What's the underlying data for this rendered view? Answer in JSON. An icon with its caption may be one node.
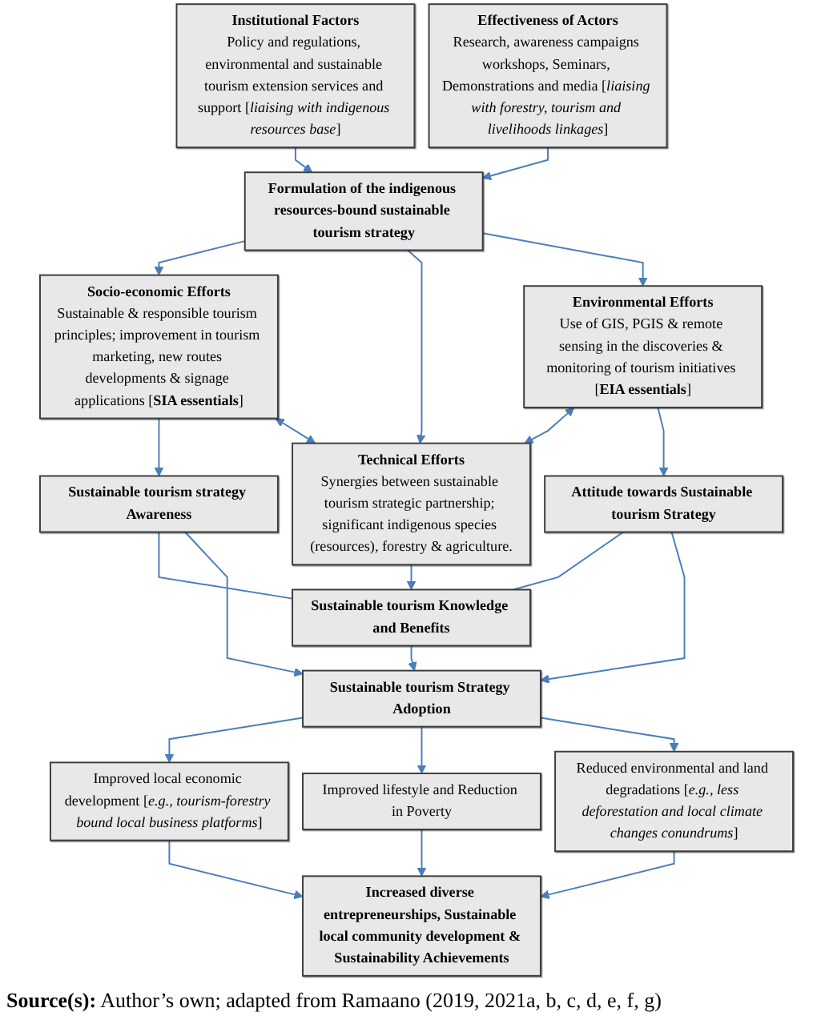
{
  "diagram": {
    "nodes": [
      {
        "text": [
          "Institutional Factors",
          "Policy and regulations, environmental and sustainable tourism extension services and support [*liaising with indigenous resources base*]"
        ]
      },
      {
        "text": [
          "Effectiveness of Actors",
          "Research, awareness campaigns workshops, Seminars, Demonstrations and media [*liaising with forestry, tourism and livelihoods linkages*]"
        ]
      },
      {
        "text": [
          "Formulation of the indigenous resources-bound sustainable tourism strategy"
        ]
      },
      {
        "text": [
          "Socio-economic Efforts",
          "Sustainable & responsible tourism principles; improvement in tourism marketing, new routes developments & signage applications [**SIA essentials**]"
        ]
      },
      {
        "text": [
          "Technical Efforts",
          "Synergies between sustainable tourism strategic partnership; significant indigenous species (resources), forestry & agriculture."
        ]
      },
      {
        "text": [
          "Environmental Efforts",
          "Use of GIS, PGIS & remote sensing in the discoveries & monitoring of tourism initiatives [**EIA essentials**]"
        ]
      },
      {
        "text": [
          "Sustainable tourism strategy Awareness"
        ]
      },
      {
        "text": [
          "Sustainable tourism Knowledge and Benefits"
        ]
      },
      {
        "text": [
          "Attitude towards Sustainable tourism Strategy"
        ]
      },
      {
        "text": [
          "Sustainable tourism Strategy Adoption"
        ]
      },
      {
        "text": [
          "Improved local economic development [*e.g., tourism-forestry bound local business platforms*]"
        ]
      },
      {
        "text": [
          "Improved lifestyle and Reduction in Poverty"
        ]
      },
      {
        "text": [
          "Reduced environmental and land degradations [*e.g., less deforestation and local climate changes conundrums*]"
        ]
      },
      {
        "text": [
          "Increased diverse entrepreneurships, Sustainable local community development & Sustainability Achievements"
        ]
      }
    ],
    "edges": [
      {
        "from": 0,
        "to": 2,
        "arrow": "to"
      },
      {
        "from": 1,
        "to": 2,
        "arrow": "to"
      },
      {
        "from": 2,
        "to": 3,
        "arrow": "to"
      },
      {
        "from": 2,
        "to": 4,
        "arrow": "to"
      },
      {
        "from": 2,
        "to": 5,
        "arrow": "to"
      },
      {
        "from": 3,
        "to": 6,
        "arrow": "to"
      },
      {
        "from": 3,
        "to": 4,
        "arrow": "both"
      },
      {
        "from": 4,
        "to": 7,
        "arrow": "to"
      },
      {
        "from": 5,
        "to": 4,
        "arrow": "both"
      },
      {
        "from": 5,
        "to": 8,
        "arrow": "to"
      },
      {
        "from": 6,
        "to": 7,
        "arrow": "none"
      },
      {
        "from": 6,
        "to": 9,
        "arrow": "to"
      },
      {
        "from": 7,
        "to": 9,
        "arrow": "to"
      },
      {
        "from": 8,
        "to": 7,
        "arrow": "none"
      },
      {
        "from": 8,
        "to": 9,
        "arrow": "to"
      },
      {
        "from": 9,
        "to": 10,
        "arrow": "to"
      },
      {
        "from": 9,
        "to": 11,
        "arrow": "to"
      },
      {
        "from": 9,
        "to": 12,
        "arrow": "to"
      },
      {
        "from": 10,
        "to": 13,
        "arrow": "to"
      },
      {
        "from": 11,
        "to": 13,
        "arrow": "to"
      },
      {
        "from": 12,
        "to": 13,
        "arrow": "to"
      }
    ],
    "caption": "**Source(s):** Author’s own; adapted from Ramaano (2019, 2021a, b, c, d, e, f, g)"
  }
}
